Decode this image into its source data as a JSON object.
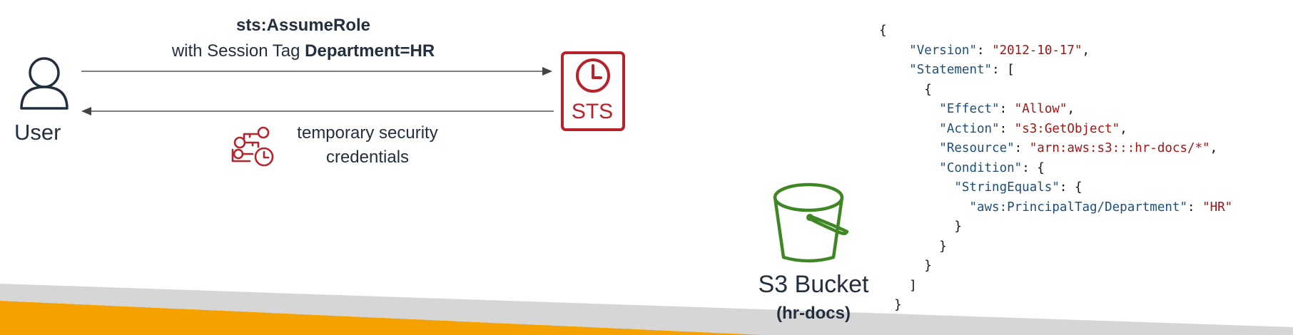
{
  "user": {
    "label": "User",
    "icon": "user-icon"
  },
  "request": {
    "title": "sts:AssumeRole",
    "prefix": "with Session Tag ",
    "tag": "Department=HR"
  },
  "response": {
    "line1": "temporary security",
    "line2": "credentials",
    "icon": "keys-clock-icon"
  },
  "sts": {
    "label": "STS",
    "icon": "clock-icon",
    "color": "#b8222b"
  },
  "bucket": {
    "name": "S3 Bucket",
    "sub": "(hr-docs)",
    "icon": "s3-bucket-icon",
    "color": "#3f8624"
  },
  "policy": {
    "open": "{",
    "version_key": "\"Version\"",
    "version_val": "\"2012-10-17\"",
    "statement_key": "\"Statement\"",
    "statement_open": "[",
    "stmt_open": "{",
    "effect_key": "\"Effect\"",
    "effect_val": "\"Allow\"",
    "action_key": "\"Action\"",
    "action_val": "\"s3:GetObject\"",
    "resource_key": "\"Resource\"",
    "resource_val": "\"arn:aws:s3:::hr-docs/*\"",
    "condition_key": "\"Condition\"",
    "condition_open": "{",
    "stringequals_key": "\"StringEquals\"",
    "stringequals_open": "{",
    "tag_key": "\"aws:PrincipalTag/Department\"",
    "tag_val": "\"HR\"",
    "close_se": "}",
    "close_cond": "}",
    "close_stmt": "}",
    "close_statement": "]",
    "close": "}"
  },
  "colors": {
    "sts_red": "#b8222b",
    "s3_green": "#3f8624",
    "accent_orange": "#f5a100",
    "bar_gray": "#d5d5d5",
    "key_blue": "#1f4e79",
    "string_red": "#a31515"
  }
}
